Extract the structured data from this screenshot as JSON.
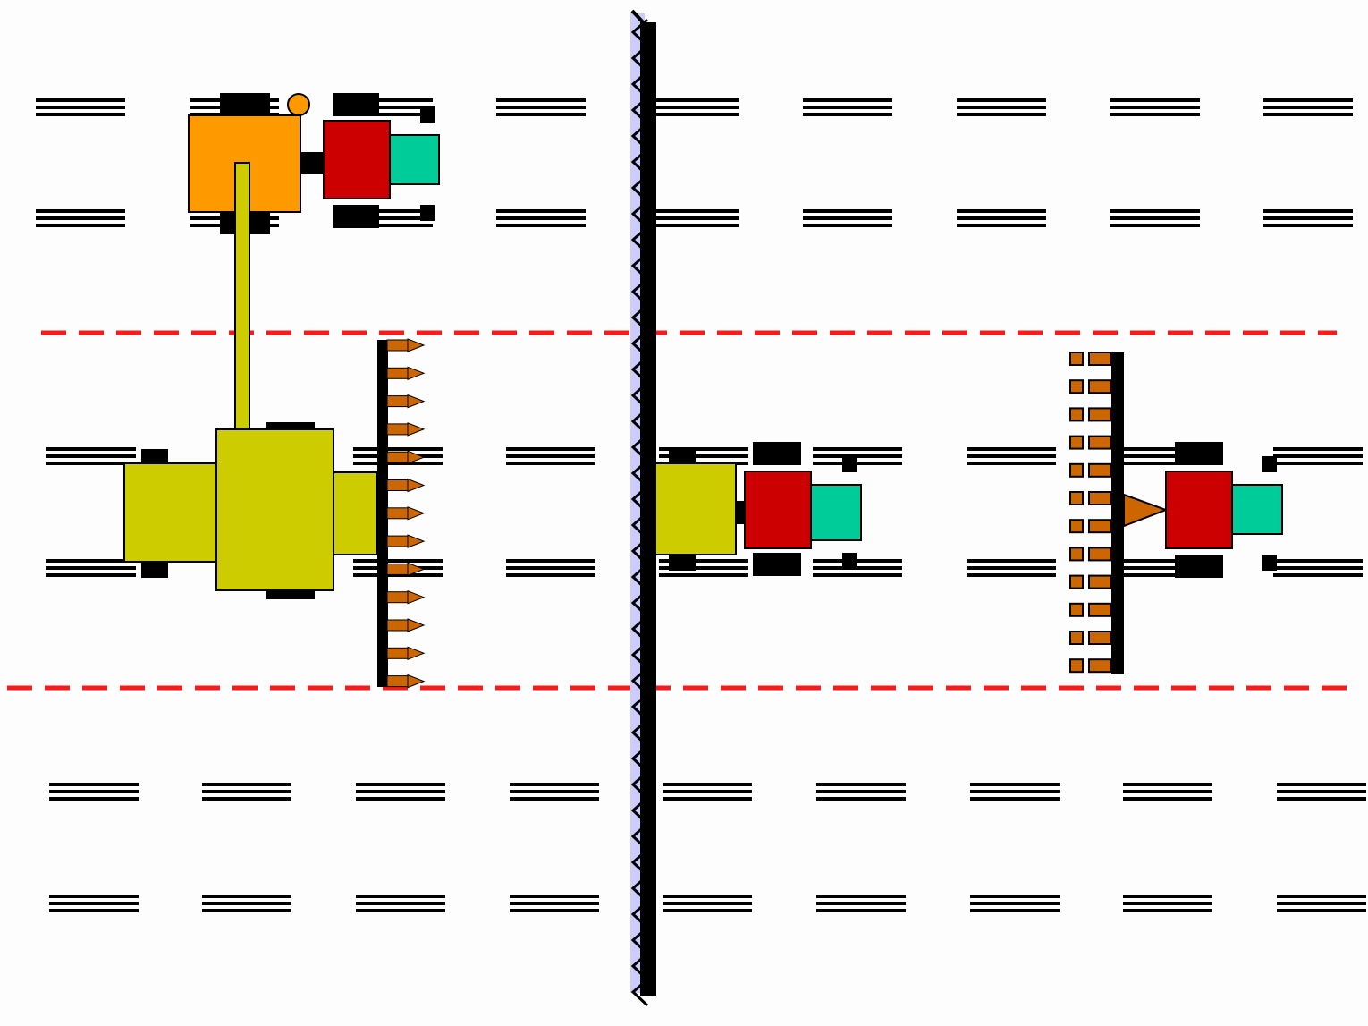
{
  "diagram": {
    "kind": "field-operations",
    "colors": {
      "background": "#fdfdfd",
      "track": "#000000",
      "boundary_line": "#ff1a1a",
      "tractor_body": "#cc0000",
      "tractor_hood": "#00cc99",
      "harvester": "#cccc00",
      "grain_cart": "#ff9900",
      "implement_teeth": "#cc6600",
      "fence_fill": "#ccccff"
    },
    "vehicles": [
      {
        "name": "tractor-with-grain-cart",
        "icon": "tractor-icon"
      },
      {
        "name": "combine-harvester",
        "icon": "harvester-icon"
      },
      {
        "name": "tractor-with-header",
        "icon": "tractor-icon"
      },
      {
        "name": "tractor-with-seeder",
        "icon": "tractor-icon"
      }
    ],
    "features": [
      "wheel-tracks",
      "field-boundary-dashed-lines",
      "center-fence"
    ]
  }
}
